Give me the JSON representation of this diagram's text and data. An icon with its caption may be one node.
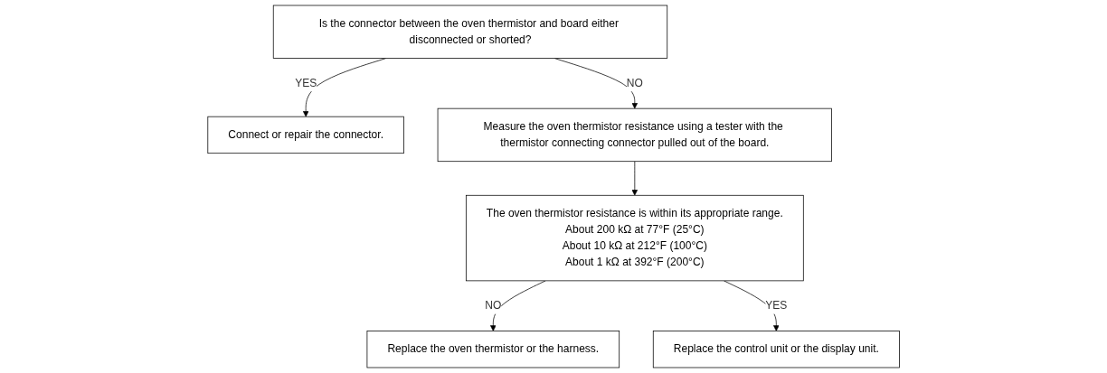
{
  "diagram": {
    "nodes": [
      {
        "text": [
          "Is the connector between the oven thermistor and board either disconnected or shorted?"
        ]
      },
      {
        "text": [
          "Connect or repair the connector."
        ]
      },
      {
        "text": [
          "Measure the oven thermistor resistance using a tester with the thermistor connecting connector pulled out of the board."
        ]
      },
      {
        "text": [
          "The oven thermistor resistance is within its appropriate range.",
          "About 200 kΩ at 77°F (25°C)",
          "About 10 kΩ at 212°F (100°C)",
          "About 1 kΩ at 392°F (200°C)"
        ]
      },
      {
        "text": [
          "Replace the oven thermistor or the harness."
        ]
      },
      {
        "text": [
          "Replace the control unit or the display unit."
        ]
      }
    ],
    "edges": [
      {
        "from": 0,
        "to": 1,
        "arrow": "to",
        "label": "YES"
      },
      {
        "from": 0,
        "to": 2,
        "arrow": "to",
        "label": "NO"
      },
      {
        "from": 2,
        "to": 3,
        "arrow": "to"
      },
      {
        "from": 3,
        "to": 4,
        "arrow": "to",
        "label": "NO"
      },
      {
        "from": 3,
        "to": 5,
        "arrow": "to",
        "label": "YES"
      }
    ]
  }
}
